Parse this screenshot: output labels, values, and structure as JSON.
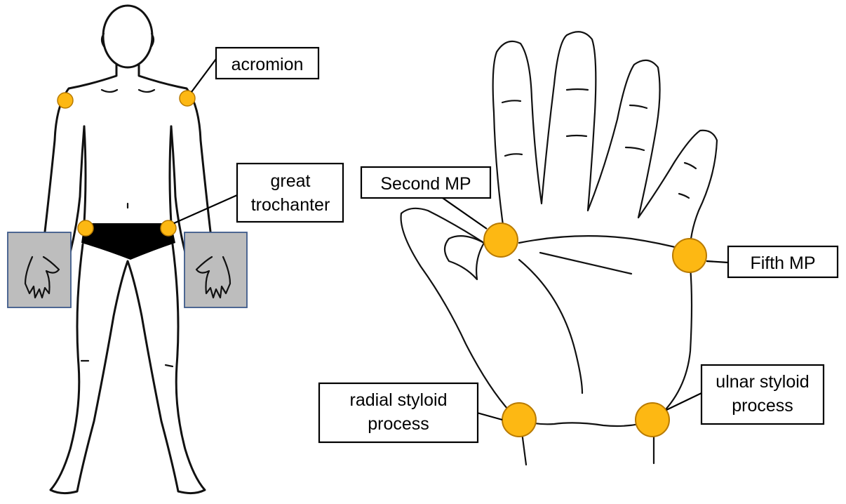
{
  "colors": {
    "marker_fill": "#fdb813",
    "marker_stroke": "#b87a00",
    "outline": "#111111",
    "label_border": "#000000",
    "hand_box_fill": "#bdbdbd",
    "hand_box_border": "#3d5a8a",
    "underwear": "#000000"
  },
  "body_figure": {
    "labels": {
      "acromion": "acromion",
      "great_trochanter_line1": "great",
      "great_trochanter_line2": "trochanter"
    }
  },
  "hand_figure": {
    "labels": {
      "second_mp": "Second MP",
      "fifth_mp": "Fifth MP",
      "radial_line1": "radial styloid",
      "radial_line2": "process",
      "ulnar_line1": "ulnar styloid",
      "ulnar_line2": "process"
    }
  }
}
